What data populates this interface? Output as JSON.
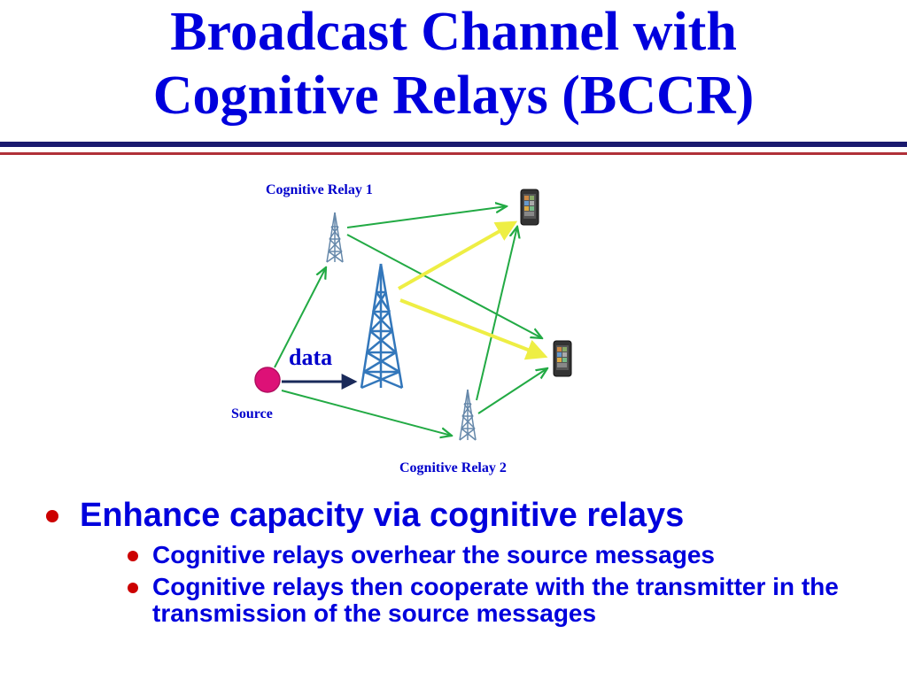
{
  "title": {
    "line1": "Broadcast Channel with",
    "line2": "Cognitive Relays (BCCR)"
  },
  "diagram": {
    "relay1_label": "Cognitive Relay 1",
    "relay2_label": "Cognitive Relay 2",
    "source_label": "Source",
    "data_label": "data",
    "colors": {
      "relay_link": "#22aa44",
      "transmitter_link": "#eeee44",
      "data_arrow": "#1a2a5a",
      "source_node": "#dd1177",
      "tower": "#3377bb"
    }
  },
  "bullets": [
    {
      "text": "Enhance capacity via cognitive relays",
      "sub": [
        "Cognitive relays overhear the source messages",
        "Cognitive relays then cooperate with the transmitter in the transmission of the source messages"
      ]
    }
  ]
}
